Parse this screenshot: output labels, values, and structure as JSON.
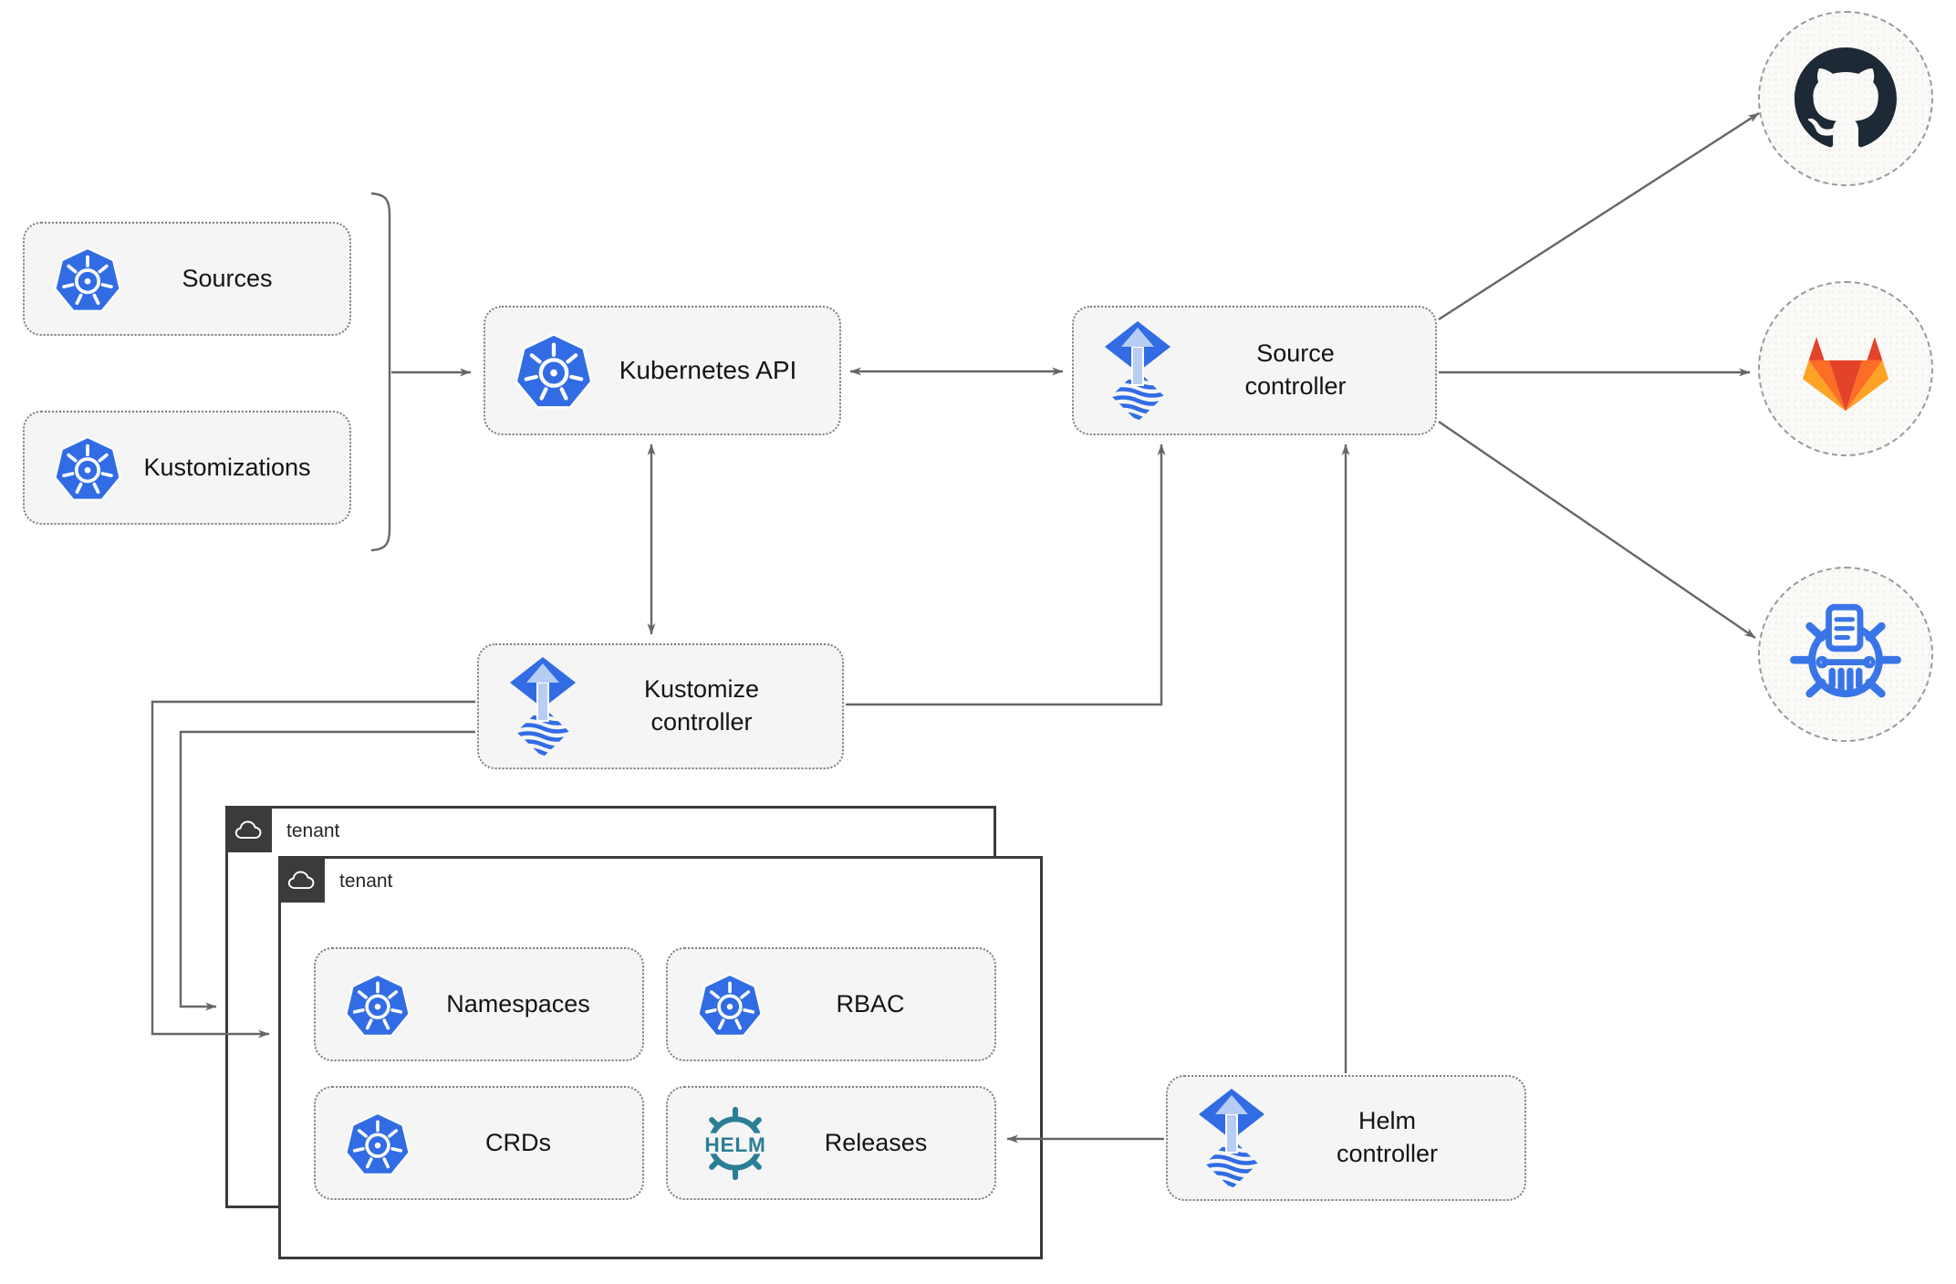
{
  "colors": {
    "node_fill": "#f5f5f5",
    "node_border": "#7d7d7d",
    "line_gray": "#666666",
    "tenant_border": "#3b3b3b",
    "tenant_tab_bg": "#3b3b3b",
    "label_text": "#141414",
    "k8s_blue": "#326ce5",
    "flux_blue": "#316ce4",
    "flux_arrow_light": "#b7cdf6",
    "helm_teal": "#2a7e95",
    "github_dark": "#1d2935",
    "gitlab_dark_orange": "#e24329",
    "gitlab_orange": "#fc6d26",
    "gitlab_light_orange": "#fca326",
    "harbor_blue": "#3a75e8",
    "circle_fill": "#fbfaf8",
    "circle_border": "#9a9a9a"
  },
  "nodes": {
    "sources": {
      "label": "Sources",
      "icon": "kubernetes"
    },
    "kustomizations": {
      "label": "Kustomizations",
      "icon": "kubernetes"
    },
    "kubernetes_api": {
      "label": "Kubernetes API",
      "icon": "kubernetes"
    },
    "source_controller": {
      "label": "Source controller",
      "icon": "flux"
    },
    "kustomize_controller": {
      "label": "Kustomize controller",
      "icon": "flux"
    },
    "helm_controller": {
      "label": "Helm controller",
      "icon": "flux"
    },
    "namespaces": {
      "label": "Namespaces",
      "icon": "kubernetes"
    },
    "rbac": {
      "label": "RBAC",
      "icon": "kubernetes"
    },
    "crds": {
      "label": "CRDs",
      "icon": "kubernetes"
    },
    "releases": {
      "label": "Releases",
      "icon": "helm"
    }
  },
  "groups": {
    "tenant_back": {
      "label": "tenant",
      "icon": "cloud"
    },
    "tenant_front": {
      "label": "tenant",
      "icon": "cloud"
    }
  },
  "externals": {
    "github": {
      "icon": "github"
    },
    "gitlab": {
      "icon": "gitlab"
    },
    "registry": {
      "icon": "harbor-registry"
    }
  },
  "logos": {
    "helm_text": "HELM"
  },
  "edges": [
    {
      "from": "sources+kustomizations",
      "to": "kubernetes_api",
      "style": "arrow"
    },
    {
      "from": "kubernetes_api",
      "to": "source_controller",
      "style": "double-arrow"
    },
    {
      "from": "kubernetes_api",
      "to": "kustomize_controller",
      "style": "double-arrow"
    },
    {
      "from": "kustomize_controller",
      "to": "source_controller",
      "style": "arrow"
    },
    {
      "from": "kustomize_controller",
      "to": "tenant_back",
      "style": "arrow"
    },
    {
      "from": "kustomize_controller",
      "to": "tenant_front",
      "style": "arrow"
    },
    {
      "from": "helm_controller",
      "to": "source_controller",
      "style": "arrow"
    },
    {
      "from": "helm_controller",
      "to": "releases",
      "style": "arrow"
    },
    {
      "from": "source_controller",
      "to": "github",
      "style": "arrow"
    },
    {
      "from": "source_controller",
      "to": "gitlab",
      "style": "arrow"
    },
    {
      "from": "source_controller",
      "to": "registry",
      "style": "arrow"
    }
  ]
}
